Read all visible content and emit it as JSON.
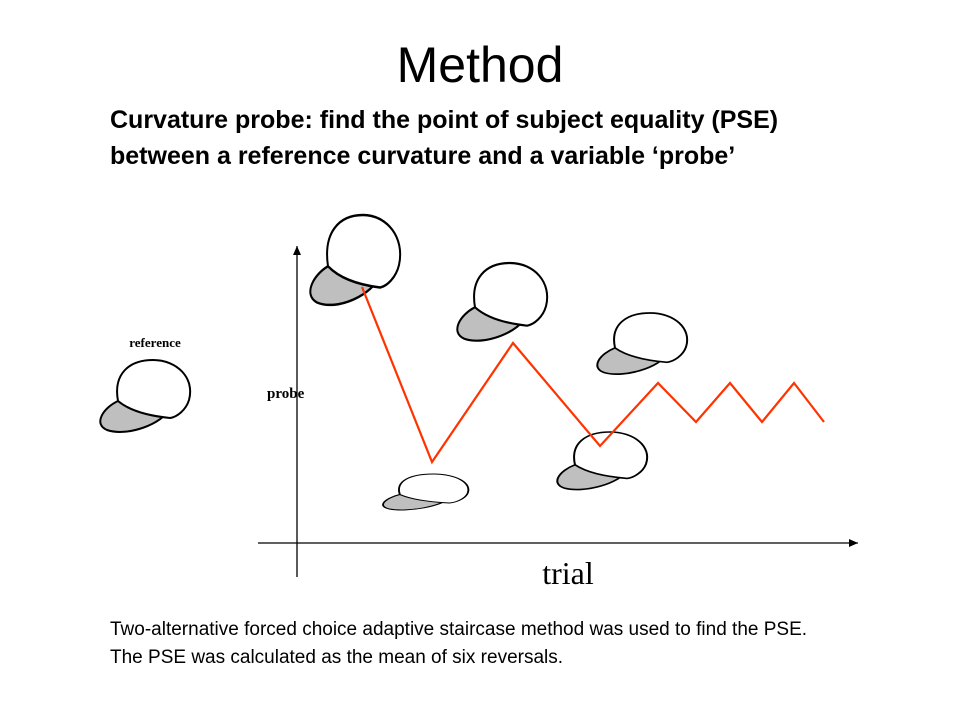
{
  "slide": {
    "title": "Method",
    "subtitle_lines": [
      "Curvature probe: find the point of subject equality (PSE)",
      "between a reference curvature and a variable ‘probe’"
    ],
    "caption_lines": [
      "Two-alternative forced choice adaptive staircase method was used to find the PSE.",
      "The PSE was calculated as the mean of six reversals."
    ]
  },
  "diagram": {
    "reference_label": "reference",
    "y_axis_label": "probe",
    "x_axis_label": "trial",
    "colors": {
      "staircase": "#ff3300",
      "shape_shadow": "#bfbfbf",
      "shape_face": "#ffffff",
      "outline": "#000000"
    }
  }
}
